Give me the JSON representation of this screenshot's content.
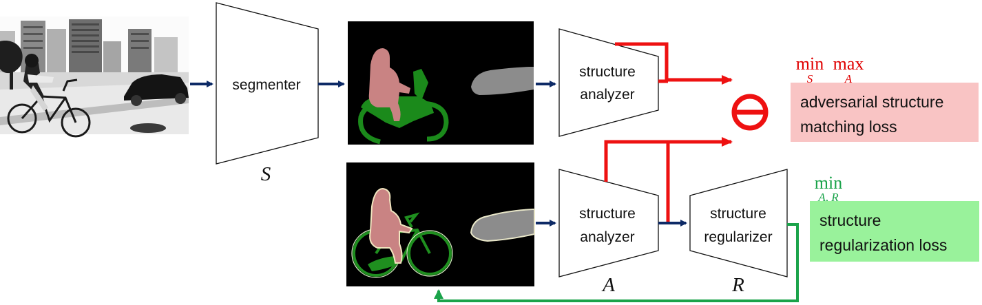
{
  "nodes": {
    "segmenter": {
      "label": "segmenter",
      "symbol": "S"
    },
    "analyzer_top": {
      "label_line1": "structure",
      "label_line2": "analyzer"
    },
    "analyzer_bottom": {
      "label_line1": "structure",
      "label_line2": "analyzer",
      "symbol": "A"
    },
    "regularizer": {
      "label_line1": "structure",
      "label_line2": "regularizer",
      "symbol": "R"
    }
  },
  "losses": {
    "adversarial": {
      "objective_op1": "min",
      "objective_sub1": "S",
      "objective_op2": "max",
      "objective_sub2": "A",
      "line1": "adversarial structure",
      "line2": "matching loss",
      "color": "#e00000",
      "box_color": "#f9c4c4"
    },
    "regularization": {
      "objective_op": "min",
      "objective_sub": "A, R",
      "line1": "structure",
      "line2": "regularization loss",
      "color": "#1aa34a",
      "box_color": "#99f29b"
    }
  },
  "colors": {
    "flow_arrow": "#0d2a66",
    "adversarial_arrow": "#ee1111",
    "feedback_arrow": "#1aa34a",
    "person_mask": "#c98383",
    "bicycle_mask": "#1b8a1b",
    "car_mask": "#8c8c8c",
    "mask_background": "#000000"
  }
}
